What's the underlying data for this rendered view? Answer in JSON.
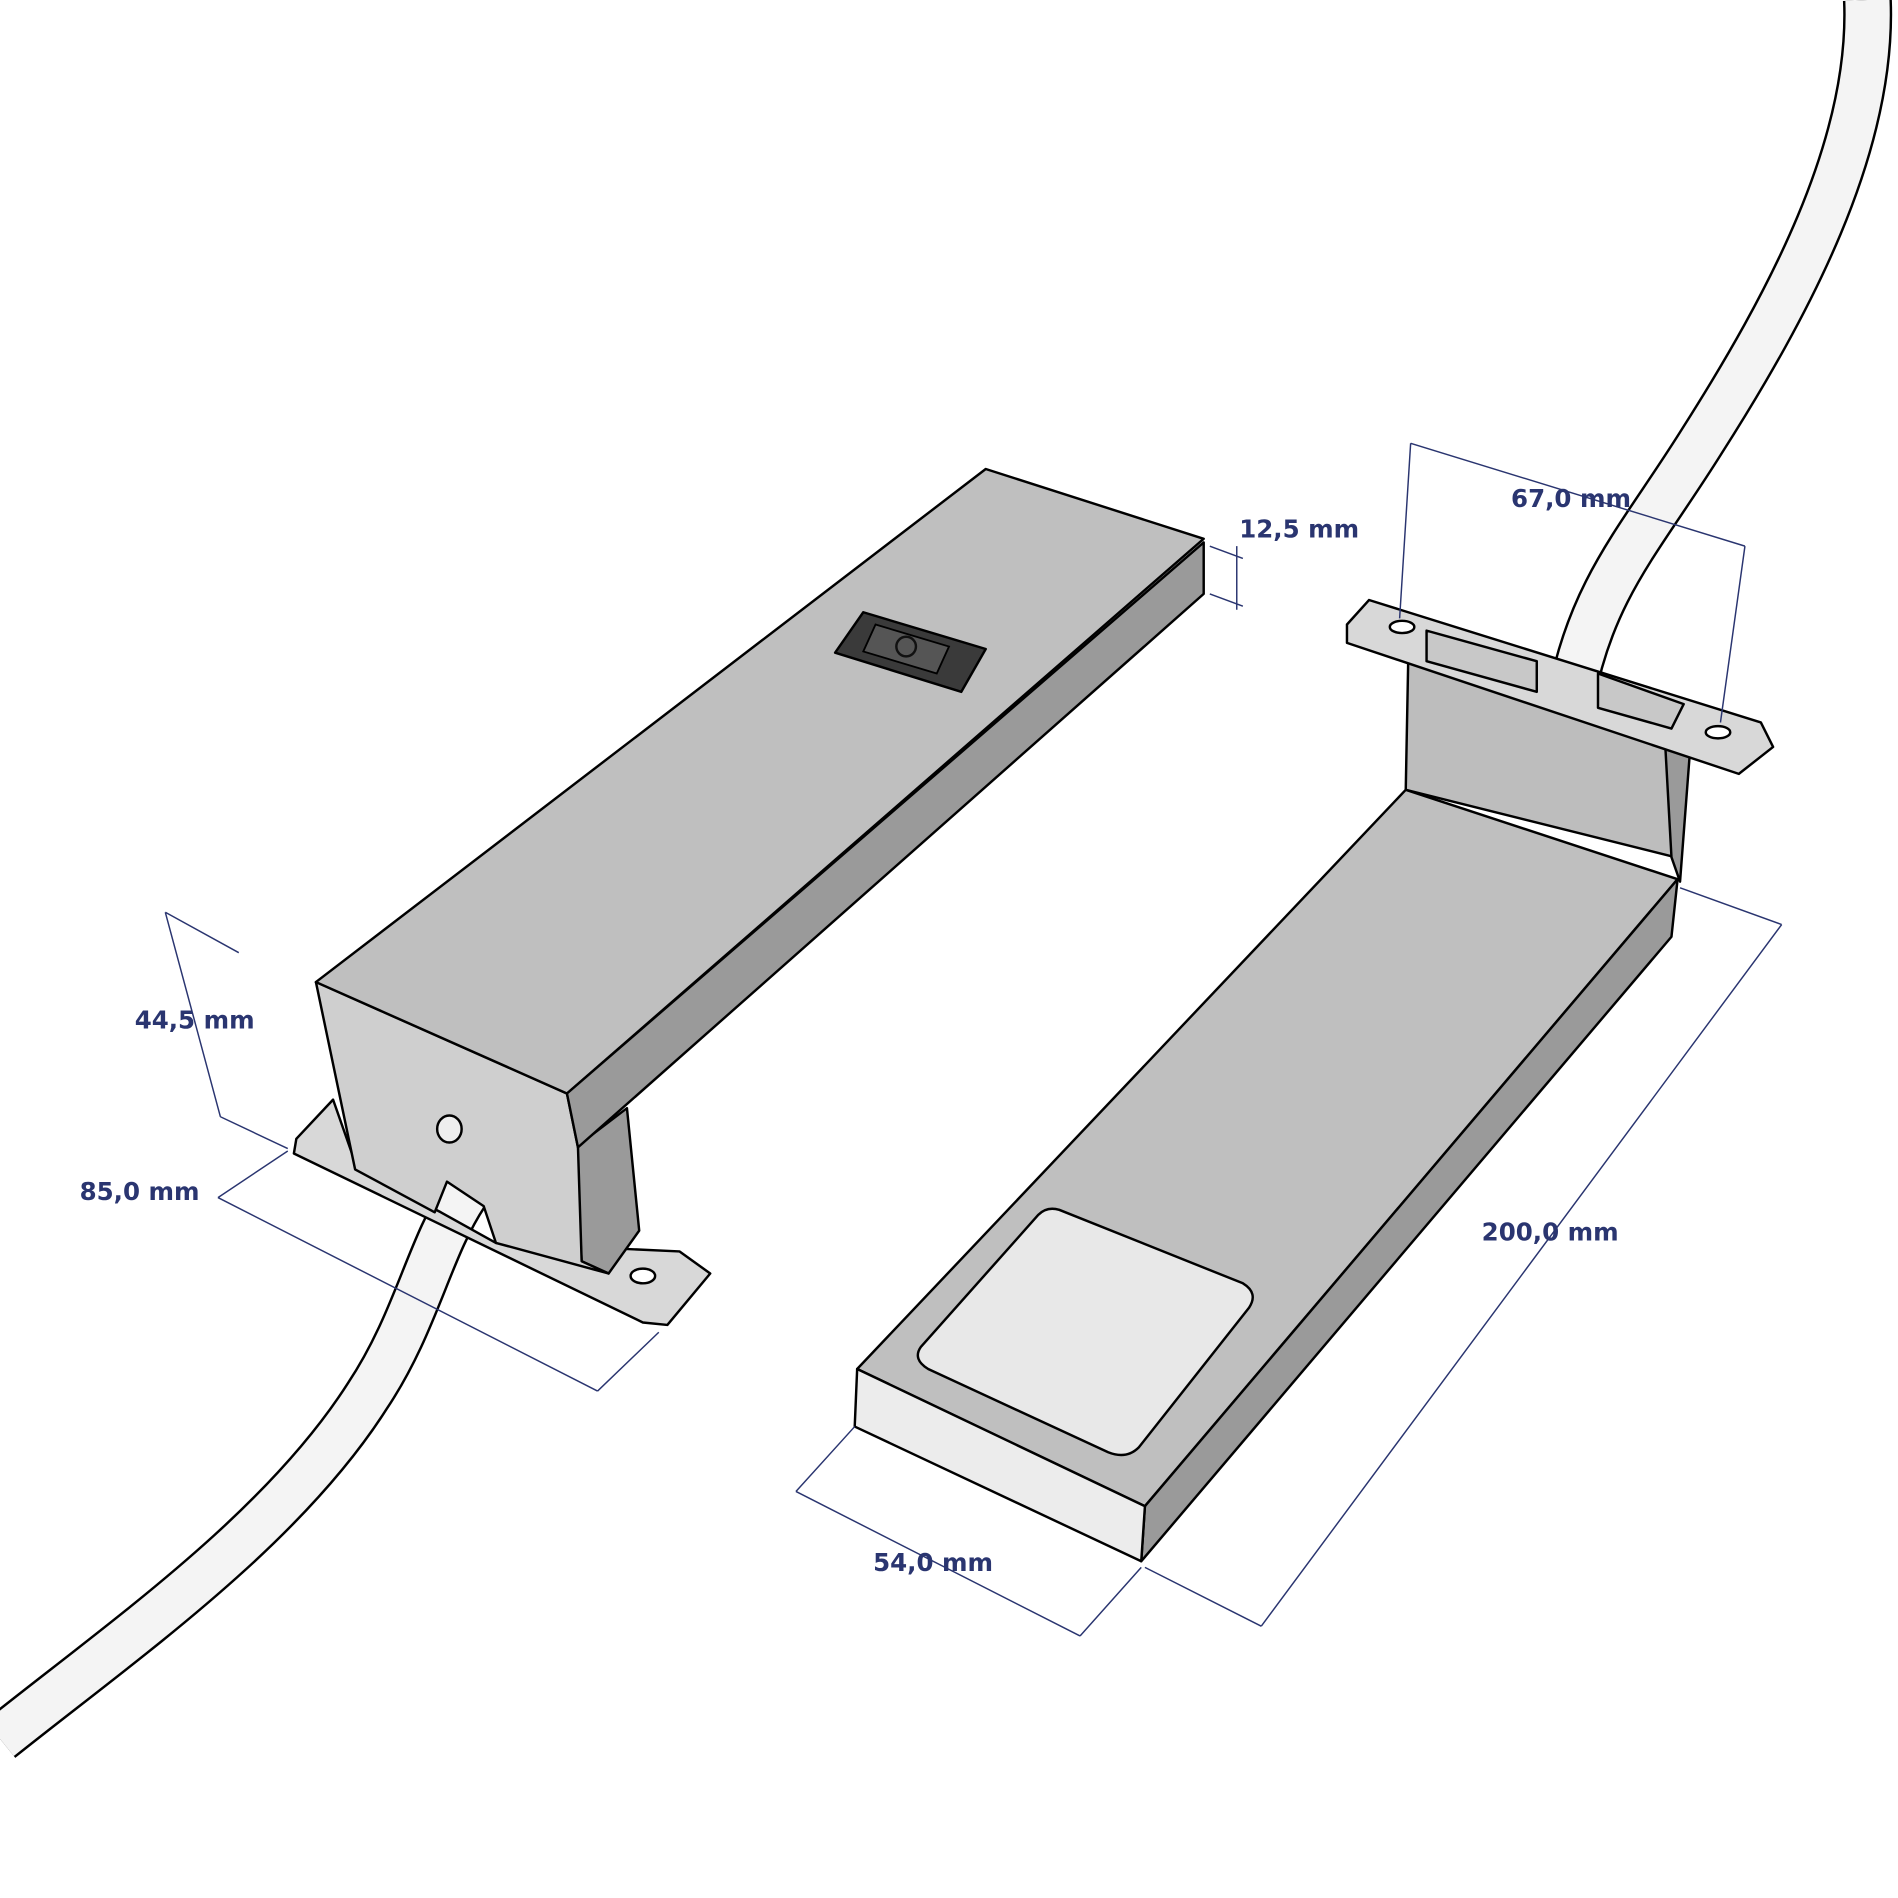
{
  "drawing": {
    "colors": {
      "dimension": "#2a3570",
      "top_face": "#bfbfbf",
      "side_face": "#9a9a9a",
      "light_face": "#e8e8e8",
      "switch": "#3a3a3a"
    },
    "dimensions": {
      "height_switch_unit": "44,5 mm",
      "depth_switch_unit": "85,0 mm",
      "thickness": "12,5 mm",
      "mount_width": "67,0 mm",
      "length": "200,0 mm",
      "width_light": "54,0 mm"
    }
  }
}
